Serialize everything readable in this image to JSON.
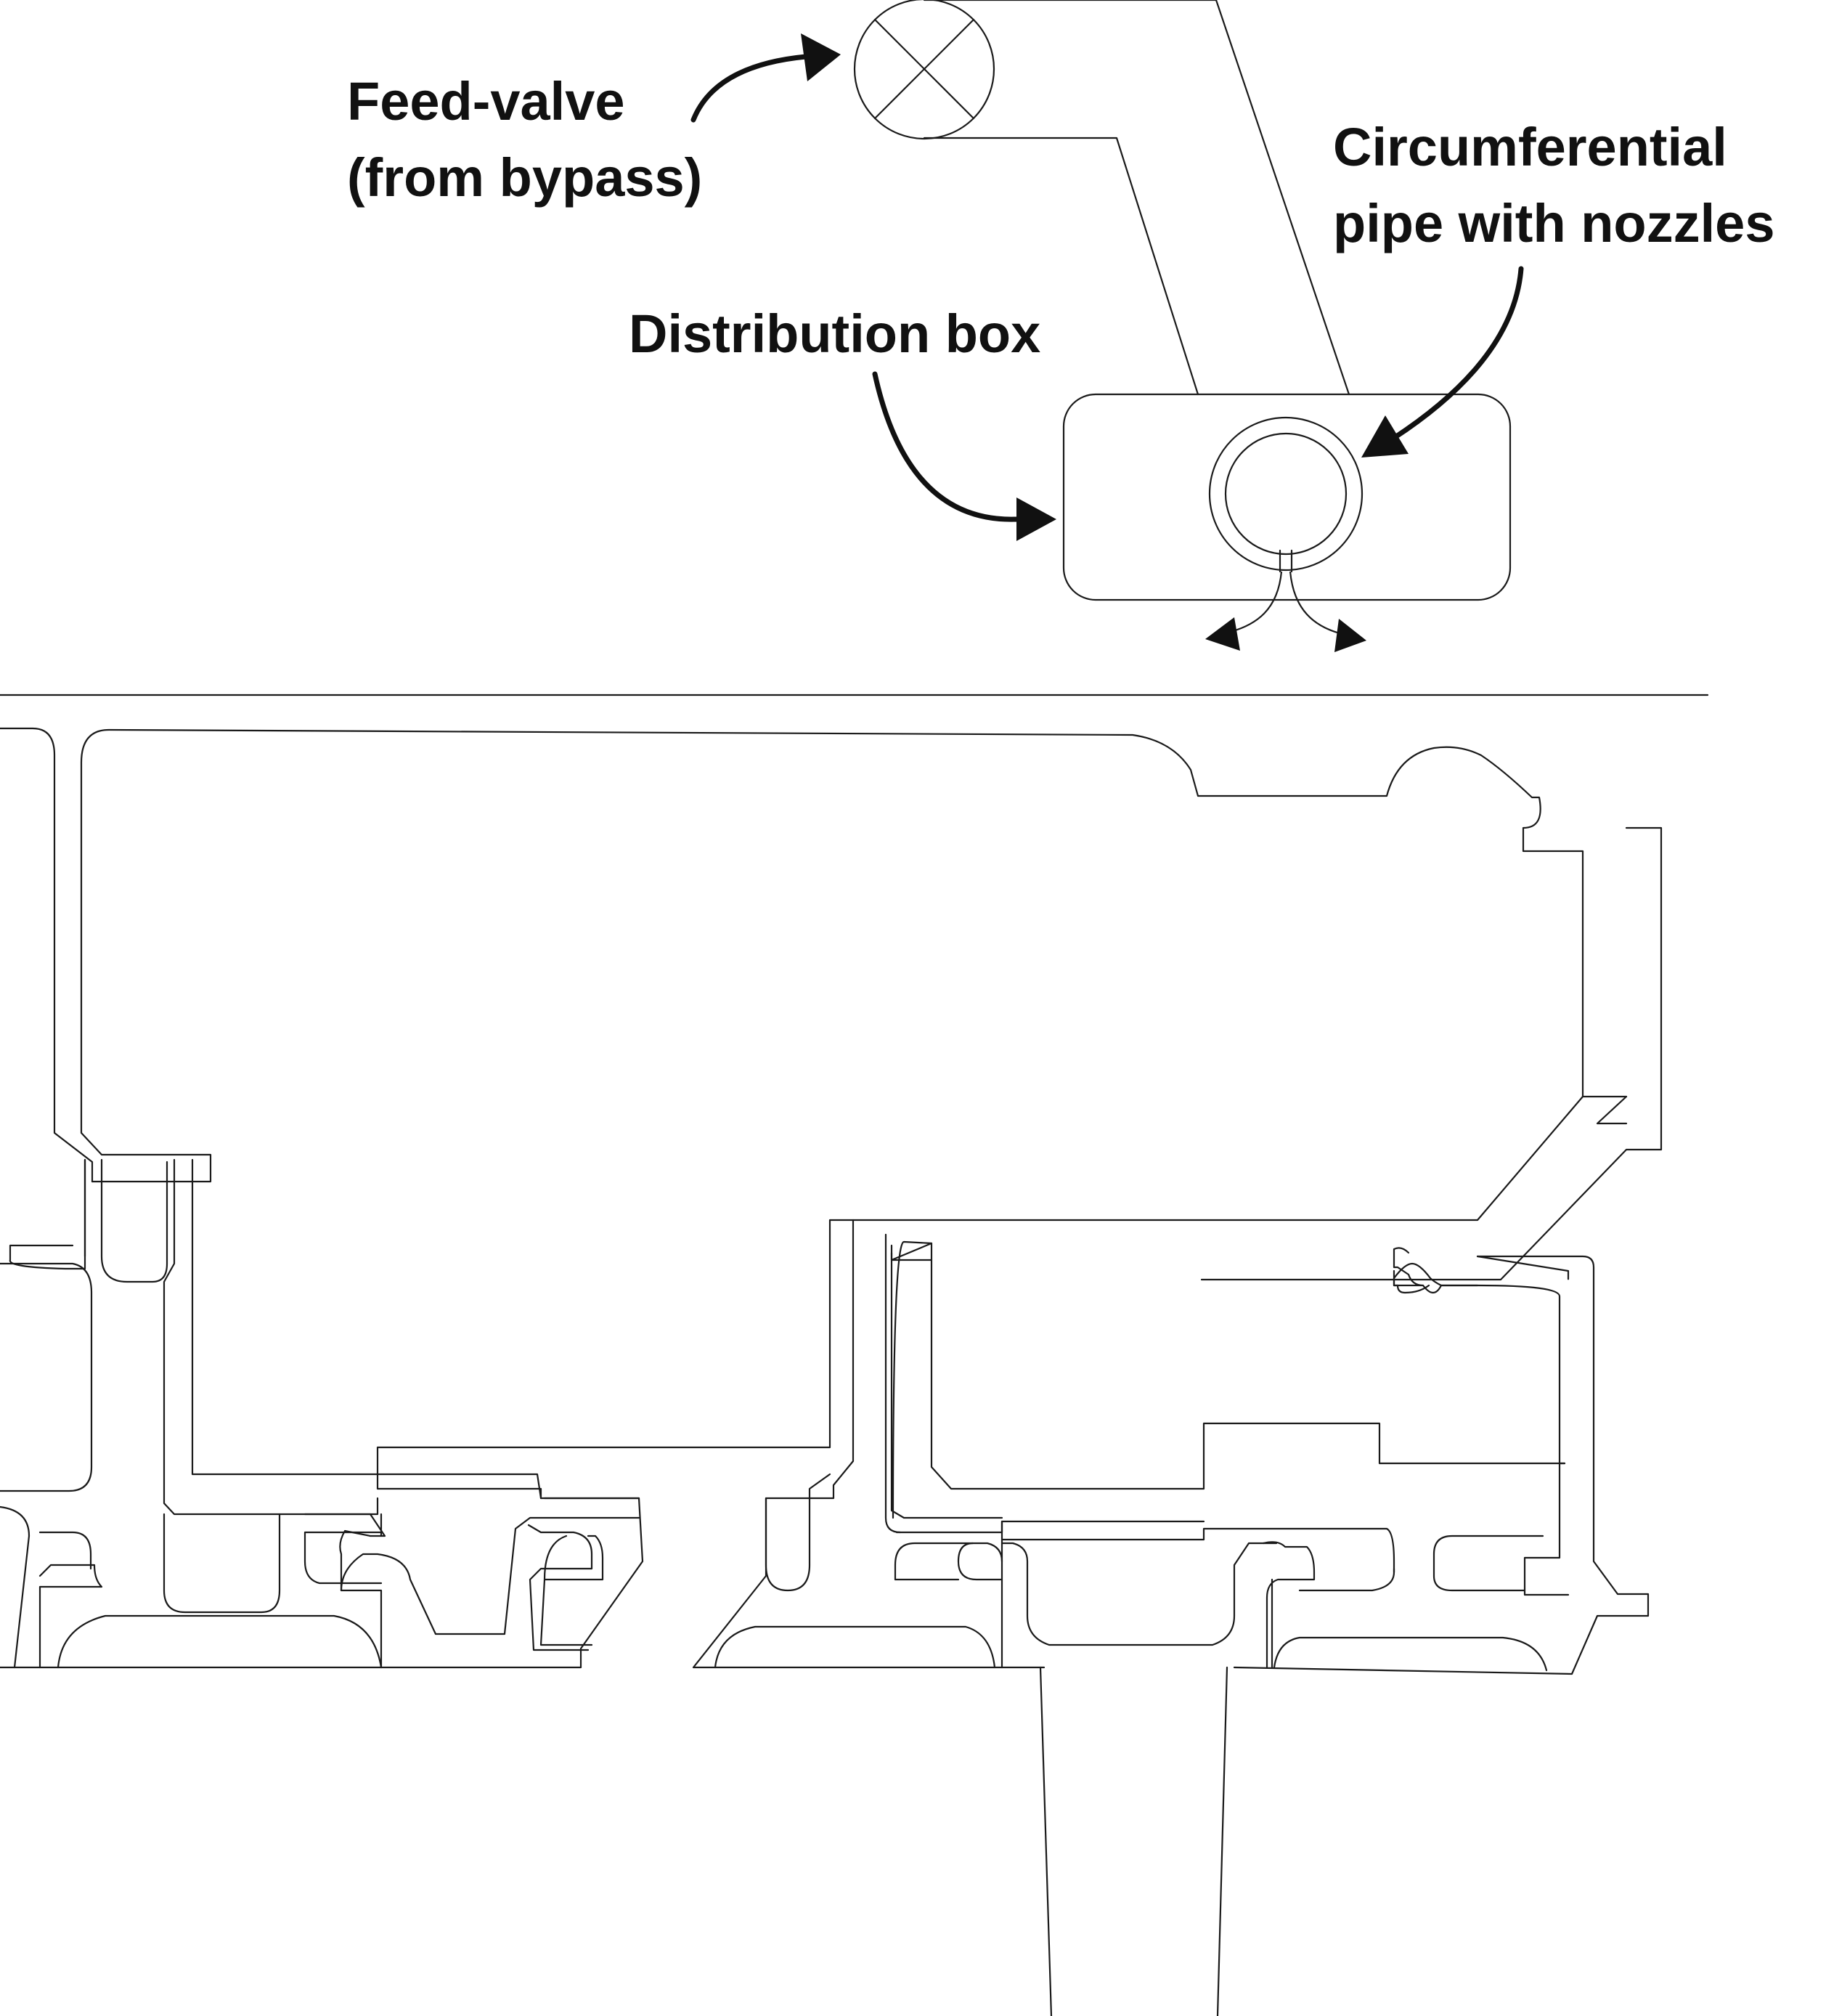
{
  "labels": {
    "feed_valve_line1": "Feed-valve",
    "feed_valve_line2": "(from bypass)",
    "circ_pipe_line1": "Circumferential",
    "circ_pipe_line2": "pipe with nozzles",
    "distribution_box": "Distribution box"
  },
  "colors": {
    "line": "#1a1a1a",
    "background": "#ffffff"
  }
}
